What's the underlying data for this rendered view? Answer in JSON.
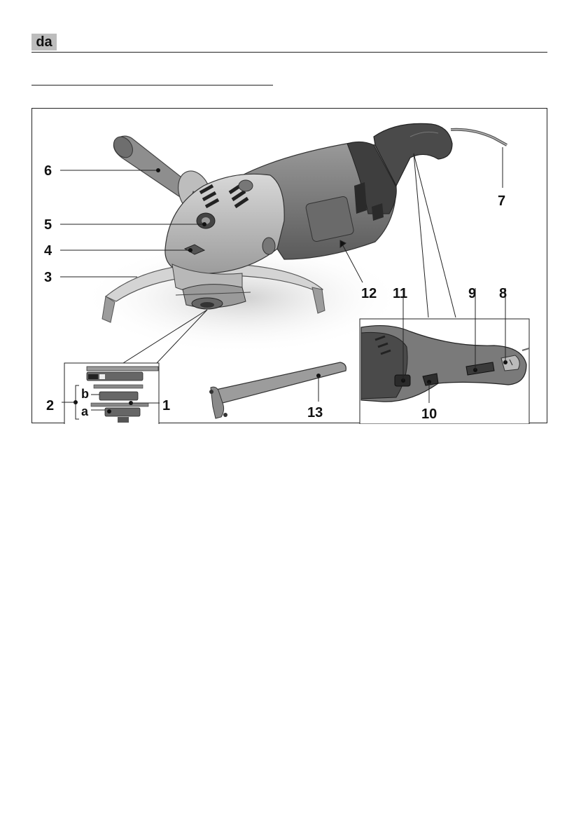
{
  "header": {
    "language_code": "da"
  },
  "figure": {
    "callouts": {
      "c1": "1",
      "c2": "2",
      "c3": "3",
      "c4": "4",
      "c5": "5",
      "c6": "6",
      "c7": "7",
      "c8": "8",
      "c9": "9",
      "c10": "10",
      "c11": "11",
      "c12": "12",
      "c13": "13",
      "ca": "a",
      "cb": "b"
    }
  }
}
